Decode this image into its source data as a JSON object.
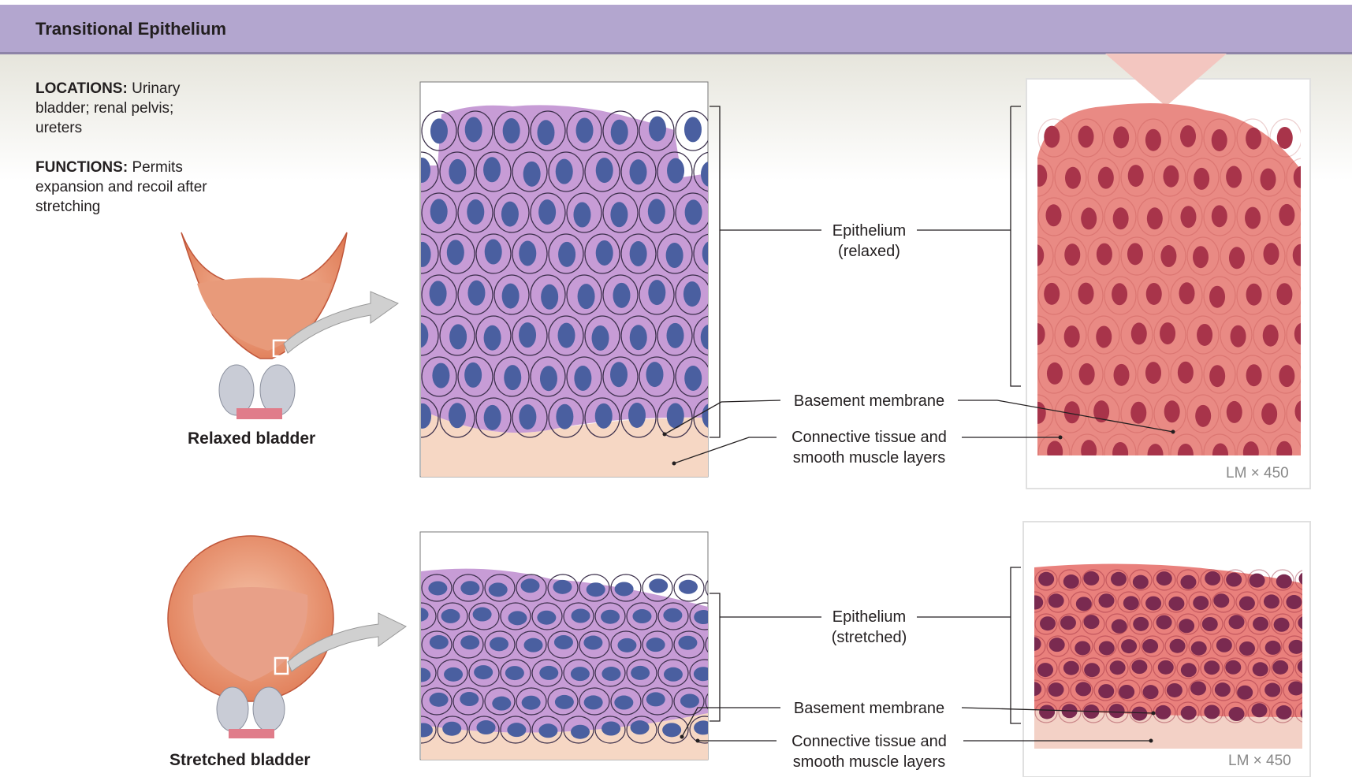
{
  "header": {
    "title": "Transitional Epithelium"
  },
  "intro": {
    "locations_heading": "LOCATIONS:",
    "locations_text": "Urinary bladder; renal pelvis; ureters",
    "functions_heading": "FUNCTIONS:",
    "functions_text": "Permits expansion and recoil after stretching"
  },
  "relaxed": {
    "caption": "Relaxed bladder",
    "epithelium_line1": "Epithelium",
    "epithelium_line2": "(relaxed)",
    "basement": "Basement membrane",
    "connective_line1": "Connective tissue and",
    "connective_line2": "smooth muscle layers",
    "magnification": "LM × 450"
  },
  "stretched": {
    "caption": "Stretched bladder",
    "epithelium_line1": "Epithelium",
    "epithelium_line2": "(stretched)",
    "basement": "Basement membrane",
    "connective_line1": "Connective tissue and",
    "connective_line2": "smooth muscle layers",
    "magnification": "LM × 450"
  },
  "colors": {
    "header": "#b3a6cf",
    "cell": "#c79cd6",
    "nucleus": "#4a5fa0",
    "connective": "#f6d7c4",
    "micrograph": "#e87a78"
  }
}
